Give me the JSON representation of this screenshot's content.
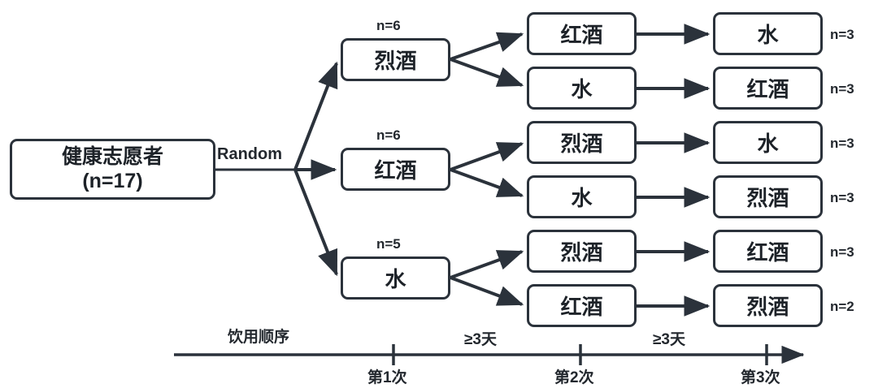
{
  "diagram": {
    "title": "Crossover study randomization flow",
    "root": {
      "line1": "健康志愿者",
      "line2": "(n=17)"
    },
    "randomization_label": "Random",
    "stage1": [
      {
        "label": "烈酒",
        "n": "n=6"
      },
      {
        "label": "红酒",
        "n": "n=6"
      },
      {
        "label": "水",
        "n": "n=5"
      }
    ],
    "stage2": [
      {
        "label": "红酒"
      },
      {
        "label": "水"
      },
      {
        "label": "烈酒"
      },
      {
        "label": "水"
      },
      {
        "label": "烈酒"
      },
      {
        "label": "红酒"
      }
    ],
    "stage3": [
      {
        "label": "水",
        "n": "n=3"
      },
      {
        "label": "红酒",
        "n": "n=3"
      },
      {
        "label": "水",
        "n": "n=3"
      },
      {
        "label": "烈酒",
        "n": "n=3"
      },
      {
        "label": "红酒",
        "n": "n=3"
      },
      {
        "label": "烈酒",
        "n": "n=2"
      }
    ],
    "timeline": {
      "axis_title": "饮用顺序",
      "gap_label_1": "≥3天",
      "gap_label_2": "≥3天",
      "ticks": [
        "第1次",
        "第2次",
        "第3次"
      ]
    },
    "colors": {
      "stroke": "#2b323b",
      "text": "#1d2228",
      "background": "#ffffff"
    }
  }
}
